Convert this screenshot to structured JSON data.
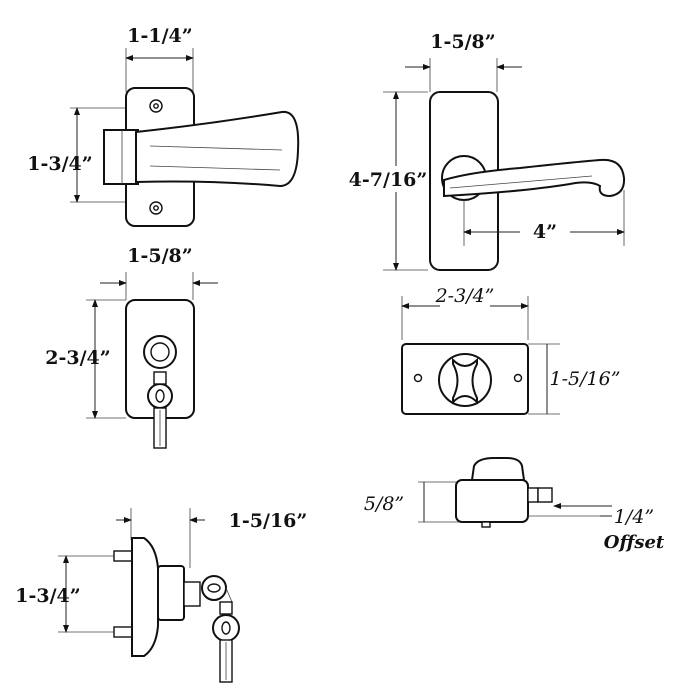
{
  "dimensions": {
    "latch_width": "1-1/4”",
    "latch_height": "1-3/4”",
    "lever_plate_width": "1-5/8”",
    "lever_plate_height": "4-7/16”",
    "lever_length": "4”",
    "key_plate_width": "1-5/8”",
    "key_plate_height": "2-3/4”",
    "inner_plate_width": "2-3/4”",
    "inner_plate_height": "1-5/16”",
    "deadbolt_height": "5/8”",
    "offset_value": "1/4”",
    "offset_word": "Offset",
    "side_depth": "1-5/16”",
    "side_height": "1-3/4”"
  },
  "colors": {
    "line": "#111111",
    "background": "#ffffff"
  }
}
